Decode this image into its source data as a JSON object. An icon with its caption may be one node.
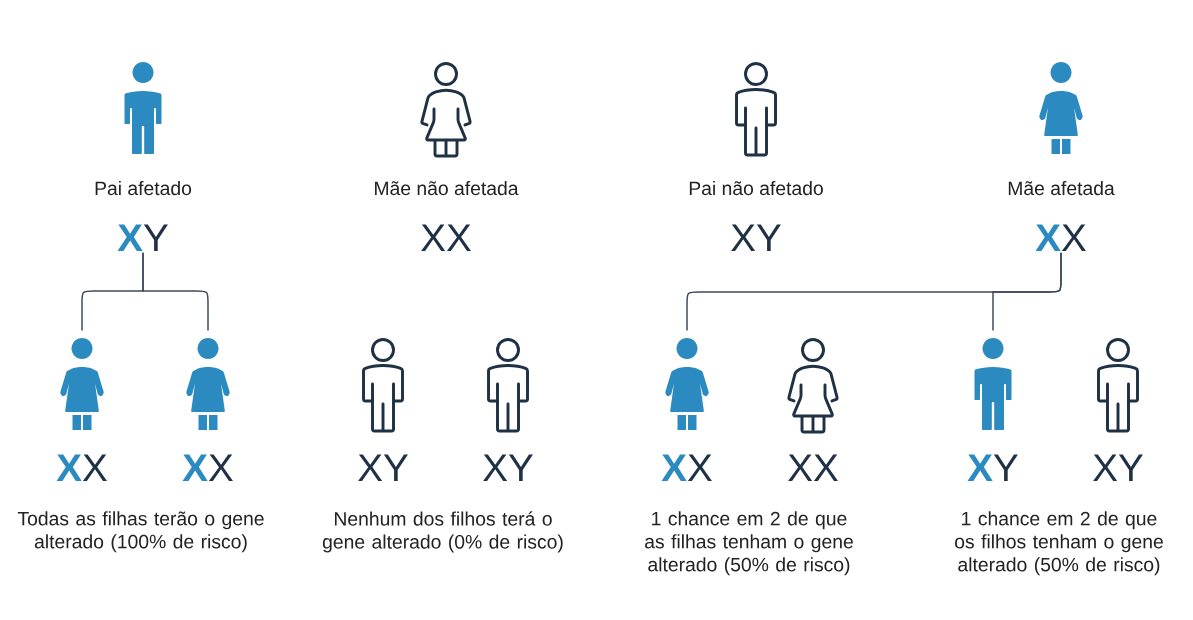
{
  "diagram": {
    "nodes": [
      {
        "text": [
          "Pai afetado",
          "**X**Y"
        ]
      },
      {
        "text": [
          "Mãe não afetada",
          "XX"
        ]
      },
      {
        "text": [
          "Pai não afetado",
          "XY"
        ]
      },
      {
        "text": [
          "Mãe afetada",
          "**X**X"
        ]
      },
      {
        "text": [
          "**X**X"
        ]
      },
      {
        "text": [
          "**X**X"
        ]
      },
      {
        "text": [
          "XY"
        ]
      },
      {
        "text": [
          "XY"
        ]
      },
      {
        "text": [
          "**X**X"
        ]
      },
      {
        "text": [
          "XX"
        ]
      },
      {
        "text": [
          "**X**Y"
        ]
      },
      {
        "text": [
          "XY"
        ]
      }
    ],
    "edges": [
      {
        "from": 0,
        "to": 4,
        "arrow": "none"
      },
      {
        "from": 0,
        "to": 5,
        "arrow": "none"
      },
      {
        "from": 3,
        "to": 8,
        "arrow": "none"
      },
      {
        "from": 3,
        "to": 10,
        "arrow": "none"
      }
    ],
    "labels": [
      "Todas as filhas terão o gene alterado (100% de risco)",
      "Nenhum dos filhos terá o gene alterado (0% de risco)",
      "1 chance em 2 de que as filhas tenham o gene alterado (50% de risco)",
      "1 chance em 2 de que os filhos tenham o gene alterado (50% de risco)"
    ]
  }
}
